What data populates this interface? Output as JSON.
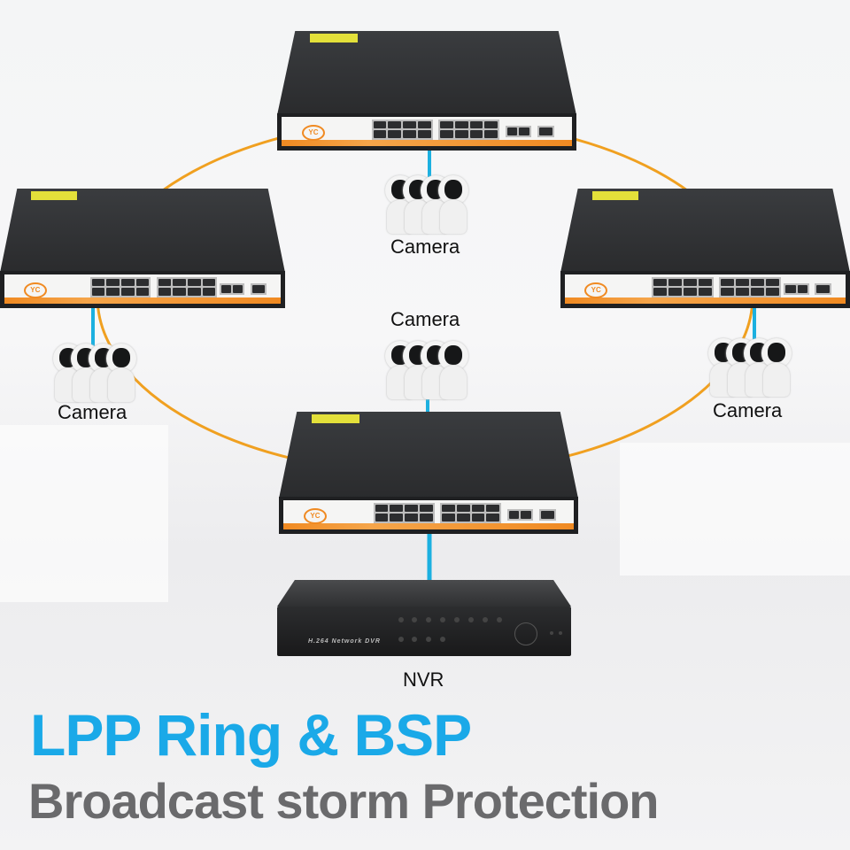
{
  "diagram": {
    "title": "LPP Ring & BSP",
    "subtitle": "Broadcast storm Protection",
    "colors": {
      "title": "#1aa9e8",
      "subtitle": "#6a6a6c",
      "ring_link": "#f0a020",
      "camera_link": "#1cb0e0",
      "switch_accent": "#f08a22"
    },
    "nodes": {
      "switches": [
        {
          "id": "switch-top",
          "logo": "YC"
        },
        {
          "id": "switch-left",
          "logo": "YC"
        },
        {
          "id": "switch-right",
          "logo": "YC"
        },
        {
          "id": "switch-bottom",
          "logo": "YC"
        }
      ],
      "cameras": [
        {
          "id": "camera-top",
          "label": "Camera"
        },
        {
          "id": "camera-left",
          "label": "Camera"
        },
        {
          "id": "camera-center",
          "label": "Camera"
        },
        {
          "id": "camera-right",
          "label": "Camera"
        }
      ],
      "nvr": {
        "label": "NVR",
        "brand_text": "H.264 Network DVR"
      }
    },
    "edges": [
      {
        "from": "switch-top",
        "to": "switch-left",
        "type": "ring"
      },
      {
        "from": "switch-top",
        "to": "switch-right",
        "type": "ring"
      },
      {
        "from": "switch-left",
        "to": "switch-bottom",
        "type": "ring"
      },
      {
        "from": "switch-right",
        "to": "switch-bottom",
        "type": "ring"
      },
      {
        "from": "switch-top",
        "to": "camera-top",
        "type": "camera"
      },
      {
        "from": "switch-left",
        "to": "camera-left",
        "type": "camera"
      },
      {
        "from": "switch-right",
        "to": "camera-right",
        "type": "camera"
      },
      {
        "from": "switch-bottom",
        "to": "camera-center",
        "type": "camera"
      },
      {
        "from": "switch-bottom",
        "to": "nvr",
        "type": "nvr"
      }
    ]
  }
}
